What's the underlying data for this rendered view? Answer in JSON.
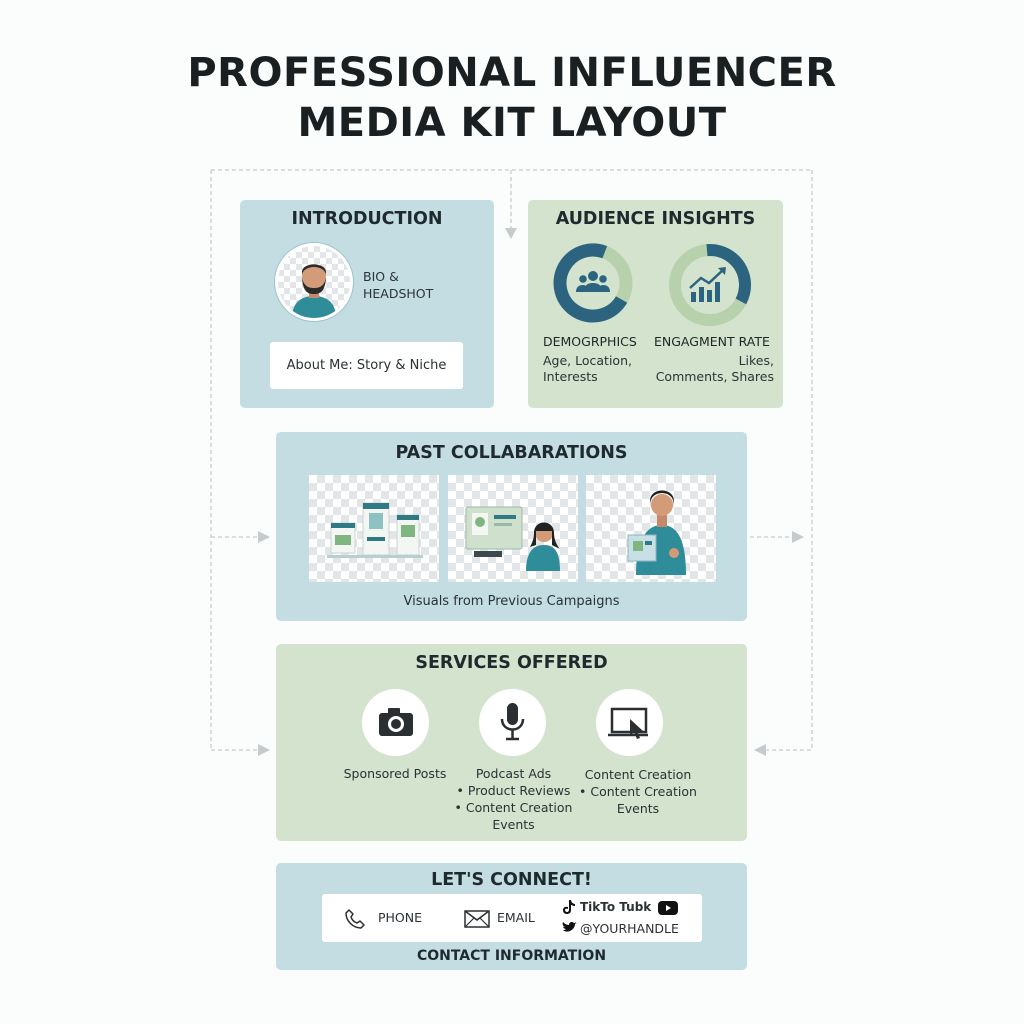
{
  "title": {
    "line1": "PROFESSIONAL INFLUENCER",
    "line2": "MEDIA KIT LAYOUT"
  },
  "introduction": {
    "heading": "INTRODUCTION",
    "bio_line1": "BIO &",
    "bio_line2": "HEADSHOT",
    "about": "About Me: Story & Niche"
  },
  "audience": {
    "heading": "AUDIENCE INSIGHTS",
    "demographics": {
      "label": "DEMOGRPHICS",
      "line1": "Age, Location,",
      "line2": "Interests",
      "icon": "people-icon"
    },
    "engagement": {
      "label": "ENGAGMENT RATE",
      "line1": "Likes,",
      "line2": "Comments, Shares",
      "icon": "growth-chart-icon"
    }
  },
  "collaborations": {
    "heading": "PAST COLLABARATIONS",
    "caption": "Visuals from Previous Campaigns"
  },
  "services": {
    "heading": "SERVICES OFFERED",
    "items": [
      {
        "icon": "camera-icon",
        "lines": [
          "Sponsored Posts"
        ]
      },
      {
        "icon": "microphone-icon",
        "lines": [
          "Podcast Ads",
          "• Product Reviews",
          "• Content Creation",
          "Events"
        ]
      },
      {
        "icon": "screen-cursor-icon",
        "lines": [
          "Content Creation",
          "• Content Creation",
          "Events"
        ]
      }
    ]
  },
  "connect": {
    "heading": "LET'S CONNECT!",
    "phone": "PHONE",
    "email": "EMAIL",
    "social_platforms": "TikTo Tubk",
    "handle": "@YOURHANDLE",
    "caption": "CONTACT INFORMATION"
  },
  "colors": {
    "blue_panel": "#c3dde3",
    "green_panel": "#d3e3cd",
    "accent_teal": "#2f6f87"
  }
}
